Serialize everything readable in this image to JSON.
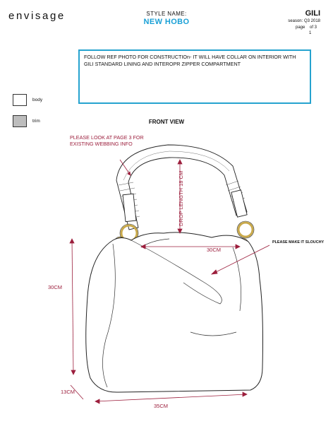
{
  "header": {
    "logo": "envisage",
    "style_label": "STYLE NAME:",
    "style_name": "NEW HOBO",
    "brand": "GILI",
    "season": "season: Q3 2018",
    "page_label": "page",
    "page_of": "of 3",
    "page_number": "1"
  },
  "notes": {
    "text": "FOLLOW REF PHOTO FOR CONSTRUCTIOn- IT WILL HAVE COLLAR ON INTERIOR WITH GILI STANDARD LINING AND INTEROPR ZIPPER COMPARTMENT"
  },
  "legend": {
    "body_label": "body",
    "trim_label": "trim",
    "body_color": "#ffffff",
    "trim_color": "#bdbdbd"
  },
  "drawing": {
    "view_title": "FRONT VIEW",
    "webbing_note": "PLEASE LOOK AT PAGE 3 FOR EXISTING WEBBING INFO",
    "slouch_note": "PLEASE MAKE IT SLOUCHY",
    "drop_length": "DROP LENGTH 18 CM",
    "width_dim": "30CM",
    "height_dim": "30CM",
    "depth_dim": "13CM",
    "base_dim": "35CM",
    "accent_color": "#9c1f3d",
    "hardware_color": "#c9a94a"
  }
}
